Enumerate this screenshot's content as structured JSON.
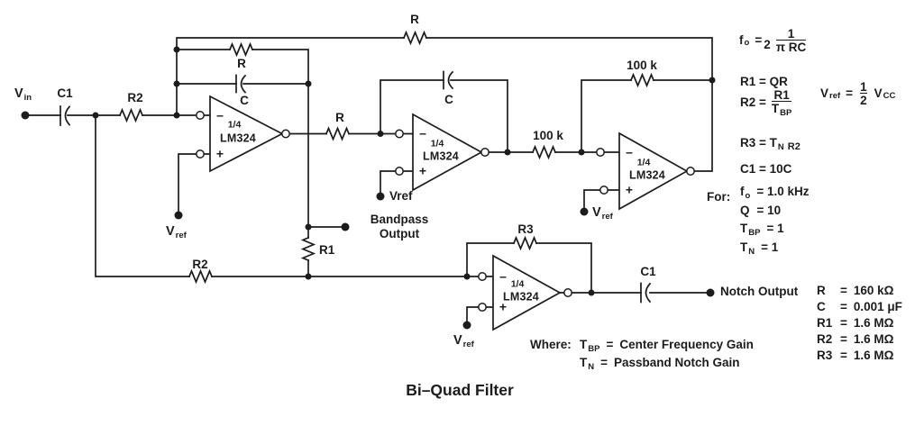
{
  "title": "Bi–Quad Filter",
  "opamp": {
    "fraction": "1/4",
    "part": "LM324",
    "minus": "–",
    "plus": "+"
  },
  "components": {
    "vin": {
      "base": "V",
      "sub": "in"
    },
    "c1_input": "C1",
    "r2_input": "R2",
    "r_feedback1": "R",
    "c_feedback1": "C",
    "r_feedback_outer": "R",
    "r_series": "R",
    "c_feedback2": "C",
    "r100k_series": "100 k",
    "r100k_feedback": "100 k",
    "vref": {
      "base": "V",
      "sub": "ref"
    },
    "vref_plain": "Vref",
    "bandpass_output": {
      "line1": "Bandpass",
      "line2": "Output"
    },
    "r1": "R1",
    "r2_bottom": "R2",
    "r3": "R3",
    "c1_output": "C1",
    "notch_output": "Notch Output"
  },
  "formulas": {
    "f0": {
      "base": "f",
      "sub": "o",
      "eq": "=",
      "coef": "2",
      "num": "1",
      "den": "π RC"
    },
    "r1_eq": "R1 = QR",
    "r2_eq": {
      "pre": "R2 =",
      "num": "R1",
      "den_base": "T",
      "den_sub": "BP"
    },
    "r3_eq": {
      "pre": "R3 = T",
      "sub": "N",
      "post": "R2"
    },
    "c1_eq": "C1 = 10C",
    "vref_eq": {
      "base": "V",
      "sub": "ref",
      "eq": "=",
      "num": "1",
      "den": "2",
      "unit_base": "V",
      "unit_sub": "CC"
    },
    "for_label": "For:",
    "for_lines": [
      {
        "base": "f",
        "sub": "o",
        "rest": "= 1.0 kHz"
      },
      {
        "base": "Q",
        "sub": "",
        "rest": "= 10"
      },
      {
        "base": "T",
        "sub": "BP",
        "rest": "= 1"
      },
      {
        "base": "T",
        "sub": "N",
        "rest": "= 1"
      }
    ],
    "where_label": "Where:",
    "where_lines": [
      {
        "base": "T",
        "sub": "BP",
        "eq": "=",
        "text": "Center Frequency Gain"
      },
      {
        "base": "T",
        "sub": "N",
        "eq": "=",
        "text": "Passband Notch Gain"
      }
    ],
    "values": [
      {
        "name": "R",
        "eq": "=",
        "value": "160 kΩ"
      },
      {
        "name": "C",
        "eq": "=",
        "value": "0.001 μF"
      },
      {
        "name": "R1",
        "eq": "=",
        "value": "1.6 MΩ"
      },
      {
        "name": "R2",
        "eq": "=",
        "value": "1.6 MΩ"
      },
      {
        "name": "R3",
        "eq": "=",
        "value": "1.6 MΩ"
      }
    ]
  },
  "colors": {
    "ink": "#1c1c1c",
    "background": "#ffffff"
  }
}
